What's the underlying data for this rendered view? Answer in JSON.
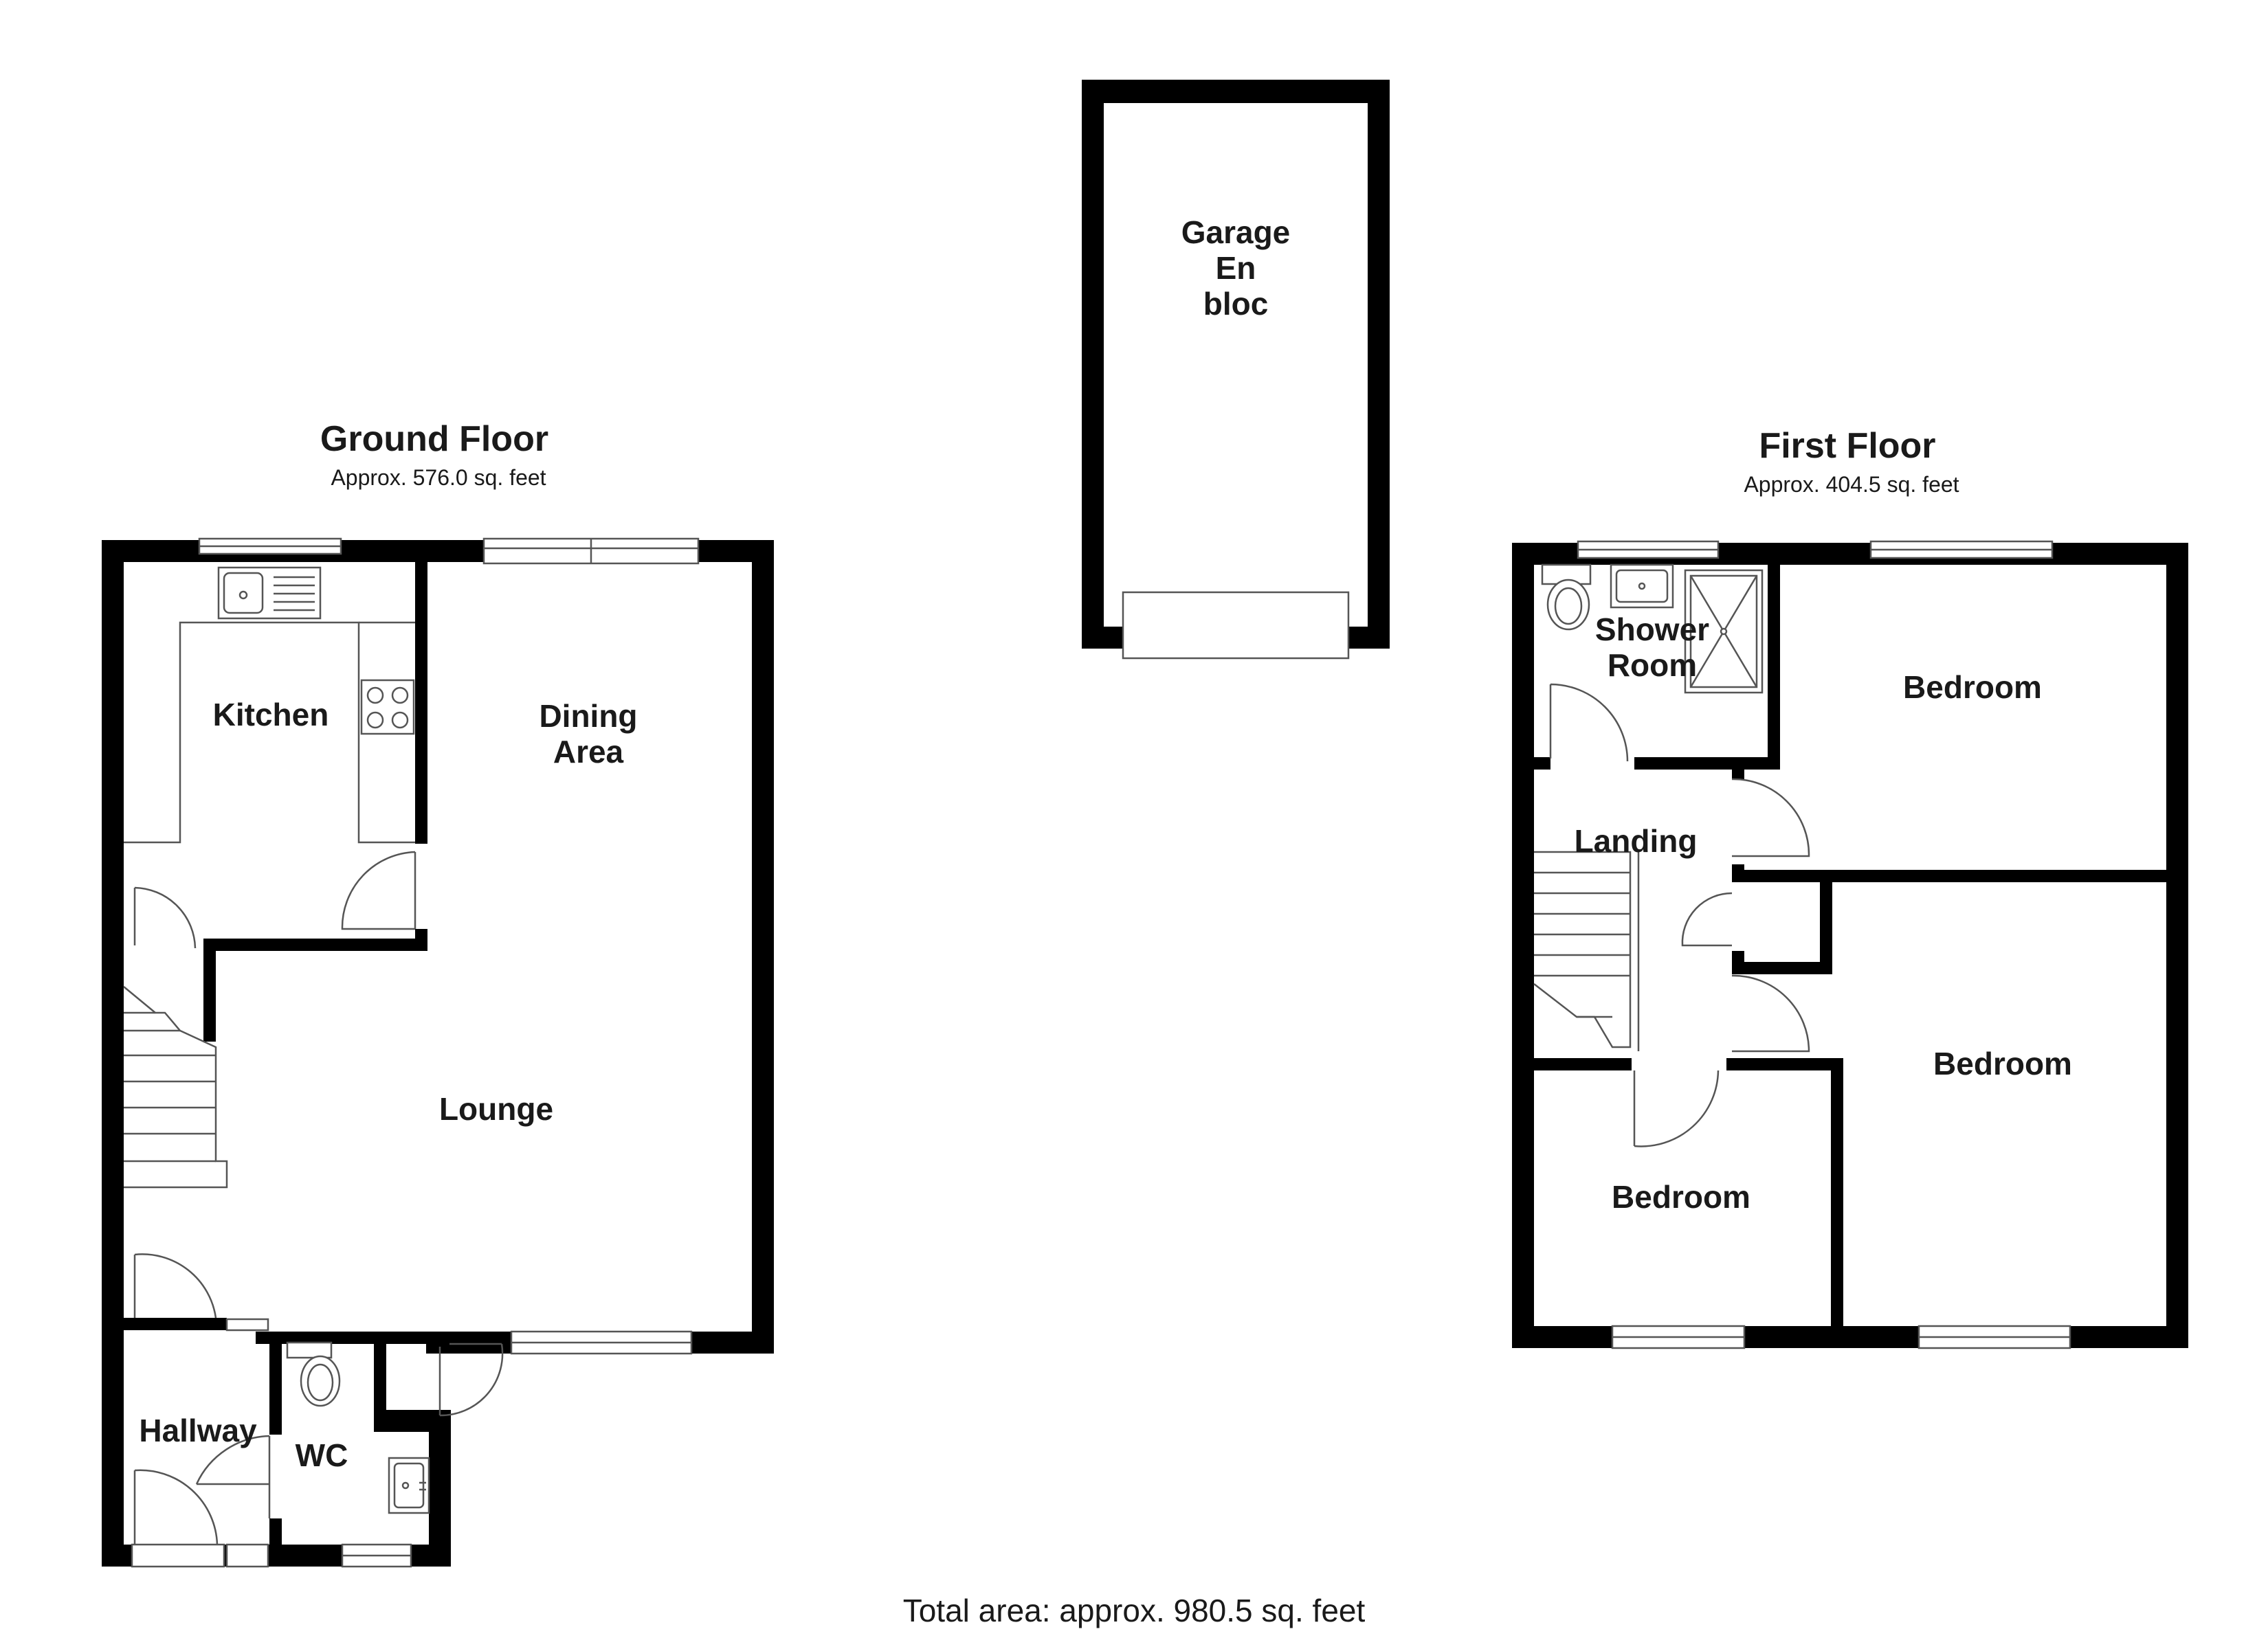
{
  "ground_floor": {
    "title": "Ground Floor",
    "area": "Approx. 576.0 sq. feet",
    "rooms": {
      "kitchen": "Kitchen",
      "dining_1": "Dining",
      "dining_2": "Area",
      "lounge": "Lounge",
      "hallway": "Hallway",
      "wc": "WC"
    }
  },
  "garage": {
    "line1": "Garage",
    "line2": "En",
    "line3": "bloc"
  },
  "first_floor": {
    "title": "First Floor",
    "area": "Approx. 404.5 sq. feet",
    "rooms": {
      "shower_1": "Shower",
      "shower_2": "Room",
      "landing": "Landing",
      "bedroom_top": "Bedroom",
      "bedroom_right": "Bedroom",
      "bedroom_small": "Bedroom"
    }
  },
  "total_area": "Total area: approx. 980.5 sq. feet",
  "colors": {
    "wall": "#000000",
    "fixture_line": "#555555",
    "text": "#1a1a1a",
    "background": "#ffffff"
  }
}
